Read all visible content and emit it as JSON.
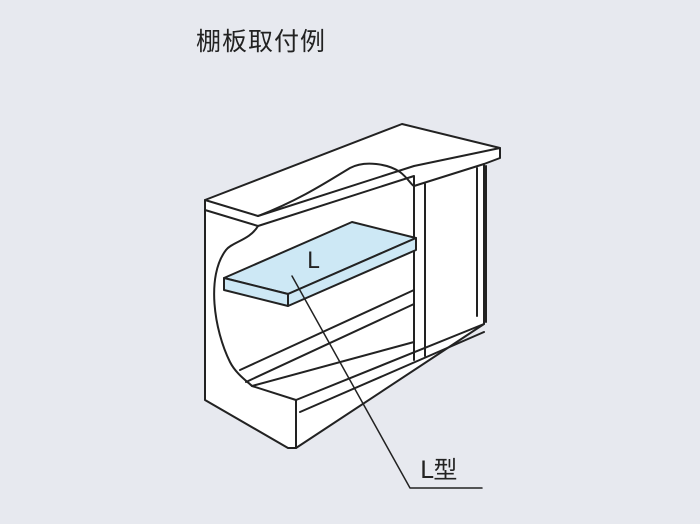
{
  "title": "棚板取付例",
  "shelf_label": "L",
  "callout_label": "L型",
  "colors": {
    "background": "#e7e9ef",
    "cabinet": "#ffffff",
    "outline": "#222222",
    "shelf": "#cde8f5"
  }
}
